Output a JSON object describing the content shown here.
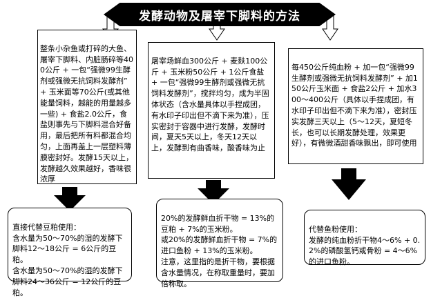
{
  "title": "发酵动物及屠宰下脚料的方法",
  "columns": [
    {
      "method": "  整条小杂鱼或打碎的大鱼、屠宰下脚料、内脏肠碎等400公斤 + 一包“强微99生酵剂或强微无抗饲料发酵剂” + 玉米面等70公斤(或其他能量饲料，越能的用量越多一些) + 食盐2.0公斤，食盐则事先与下脚料混合好备用，最后把所有料都混合均匀，上面再盖上一层塑料薄膜密封好。发酵15天以上，发酵越久效果越好，香味很浓厚",
      "usage": "  直接代替豆粕使用：\n  含水量为50～70%的湿的发酵下脚料12～18公斤 = 6公斤的豆粕。\n  含水量为50～70%的湿的发酵下脚料24～36公斤 = 12公斤的豆粕。"
    },
    {
      "method": "  屠宰场鲜血300公斤 + 麦麸100公斤 + 玉米粉50公斤 + 1公斤食盐 + 一包“强微99生酵剂或强微无抗饲料发酵剂”，搅拌均匀，成为半固体状态（含水量具体以手捏成团，有水印子印出但不滴下来为准），压实密封于容器中进行发酵，发酵时间，夏天5天以上，冬天12天以上，发酵到有曲香味，酸香味为止",
      "usage": "  20%的发酵鲜血折干物 = 13%的豆粕 + 7%的玉米粉。\n  或20%的发酵鲜血折干物 = 7%的进口鱼粉 + 13%的玉米粉。\n  注意，这里指的是折干物，要根据含水量情况，在称取重量时，要加倍称取。"
    },
    {
      "method": "  每450公斤纯血粉 + 加一包“强微99生酵剂或强微无抗饲料发酵剂” + 加150公斤玉米面 + 食盐2公斤 + 加水300～400公斤（具体以手捏成团，有水印子印出但不滴下来为准），密封压实发酵三天以上（5～12天，夏短冬长，也可以长期发酵处理，效果更好），有微微酒甜香味飘出，即可使用",
      "usage": "  代替鱼粉使用：\n  发酵的纯血粉折干物4～6% + 0.2%的磷酸氢钙或骨粉 = 4～6%的进口鱼粉。"
    }
  ]
}
